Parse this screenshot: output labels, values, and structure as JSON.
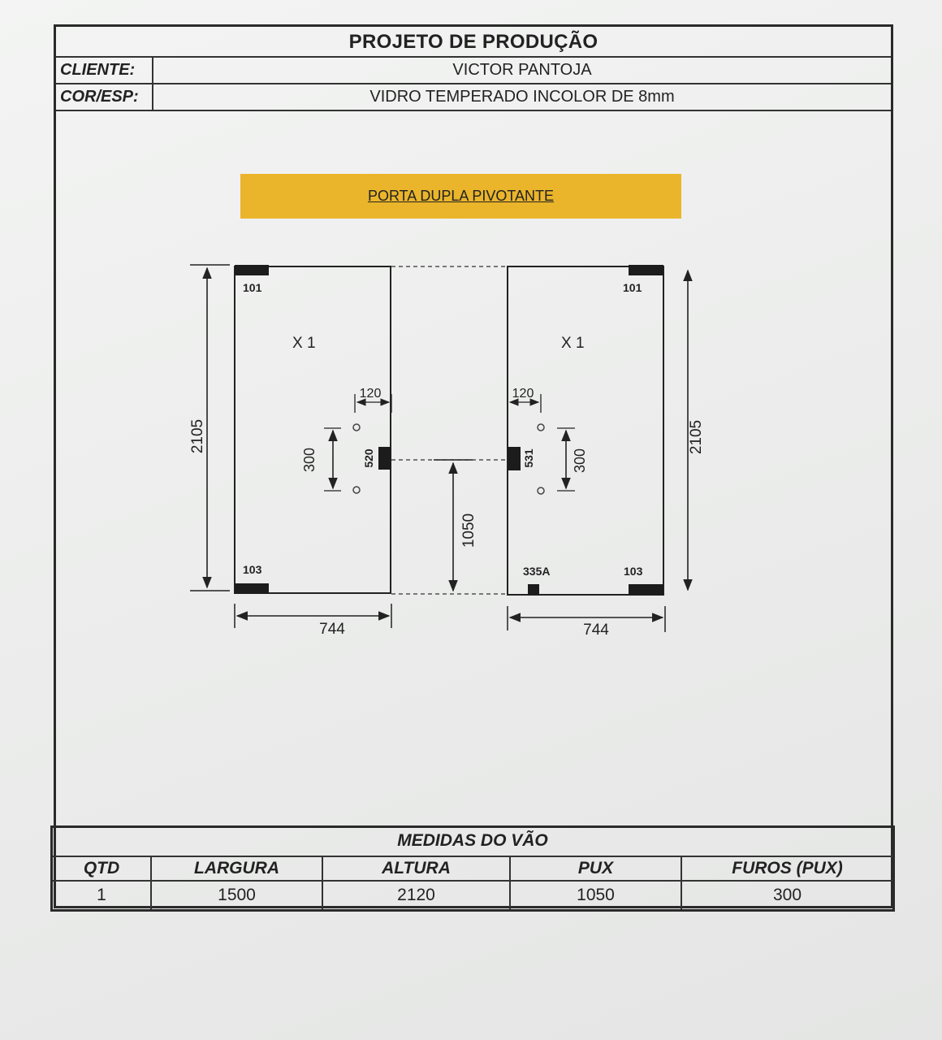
{
  "header": {
    "title": "PROJETO DE PRODUÇÃO",
    "client_label": "CLIENTE:",
    "client_value": "VICTOR PANTOJA",
    "color_label": "COR/ESP:",
    "color_value": "VIDRO TEMPERADO INCOLOR DE 8mm"
  },
  "project": {
    "type": "PORTA DUPLA PIVOTANTE",
    "banner_color": "#eab52a"
  },
  "drawing": {
    "left_panel": {
      "quantity_label": "X  1",
      "top_fitting": "101",
      "bottom_fitting": "103",
      "lock": "520",
      "width": "744",
      "height": "2105",
      "hole_offset": "120",
      "hole_spacing": "300"
    },
    "right_panel": {
      "quantity_label": "X  1",
      "top_fitting": "101",
      "bottom_fitting": "103",
      "floor_lock": "335A",
      "lock": "531",
      "width": "744",
      "height": "2105",
      "hole_offset": "120",
      "hole_spacing": "300"
    },
    "handle_height": "1050"
  },
  "measurements": {
    "title": "MEDIDAS DO VÃO",
    "columns": [
      "QTD",
      "LARGURA",
      "ALTURA",
      "PUX",
      "FUROS (PUX)"
    ],
    "values": [
      "1",
      "1500",
      "2120",
      "1050",
      "300"
    ]
  }
}
